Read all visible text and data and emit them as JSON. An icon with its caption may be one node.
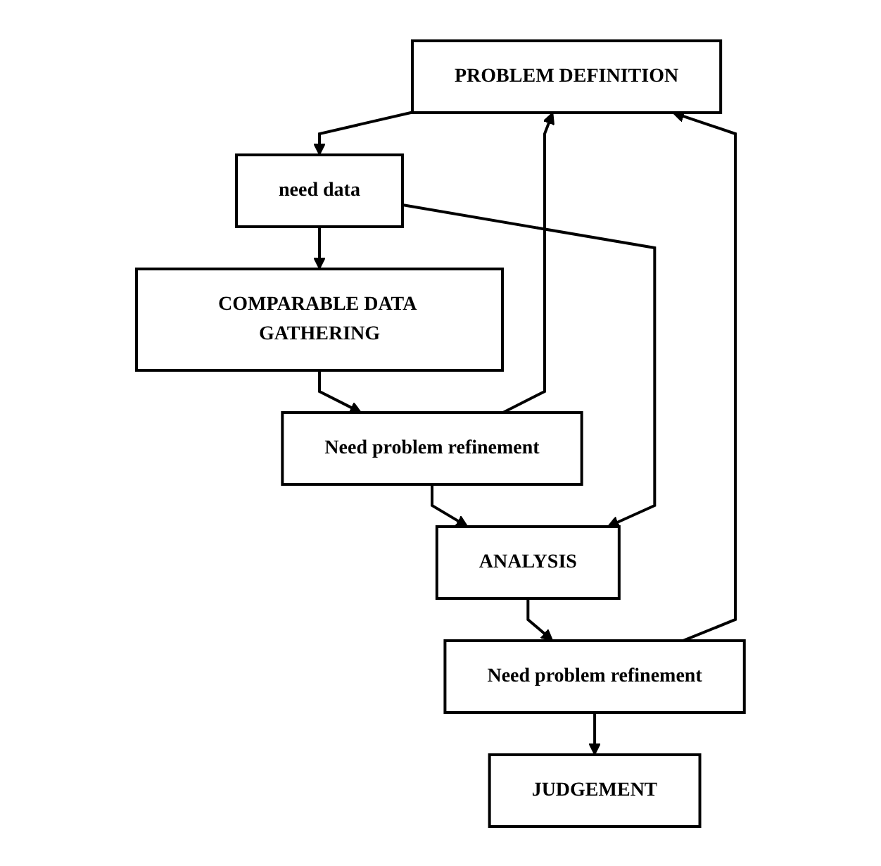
{
  "diagram": {
    "nodes": [
      {
        "text": [
          "PROBLEM DEFINITION"
        ]
      },
      {
        "text": [
          "need data"
        ]
      },
      {
        "text": [
          "COMPARABLE DATA GATHERING"
        ]
      },
      {
        "text": [
          "Need problem refinement"
        ]
      },
      {
        "text": [
          "ANALYSIS"
        ]
      },
      {
        "text": [
          "Need problem refinement"
        ]
      },
      {
        "text": [
          "JUDGEMENT"
        ]
      }
    ],
    "edges": [
      {
        "from": 0,
        "to": 1,
        "arrow": "to"
      },
      {
        "from": 1,
        "to": 2,
        "arrow": "to"
      },
      {
        "from": 2,
        "to": 3,
        "arrow": "to"
      },
      {
        "from": 3,
        "to": 4,
        "arrow": "to"
      },
      {
        "from": 4,
        "to": 5,
        "arrow": "to"
      },
      {
        "from": 5,
        "to": 6,
        "arrow": "to"
      },
      {
        "from": 3,
        "to": 0,
        "arrow": "to"
      },
      {
        "from": 5,
        "to": 0,
        "arrow": "to"
      },
      {
        "from": 1,
        "to": 4,
        "arrow": "to"
      }
    ]
  }
}
